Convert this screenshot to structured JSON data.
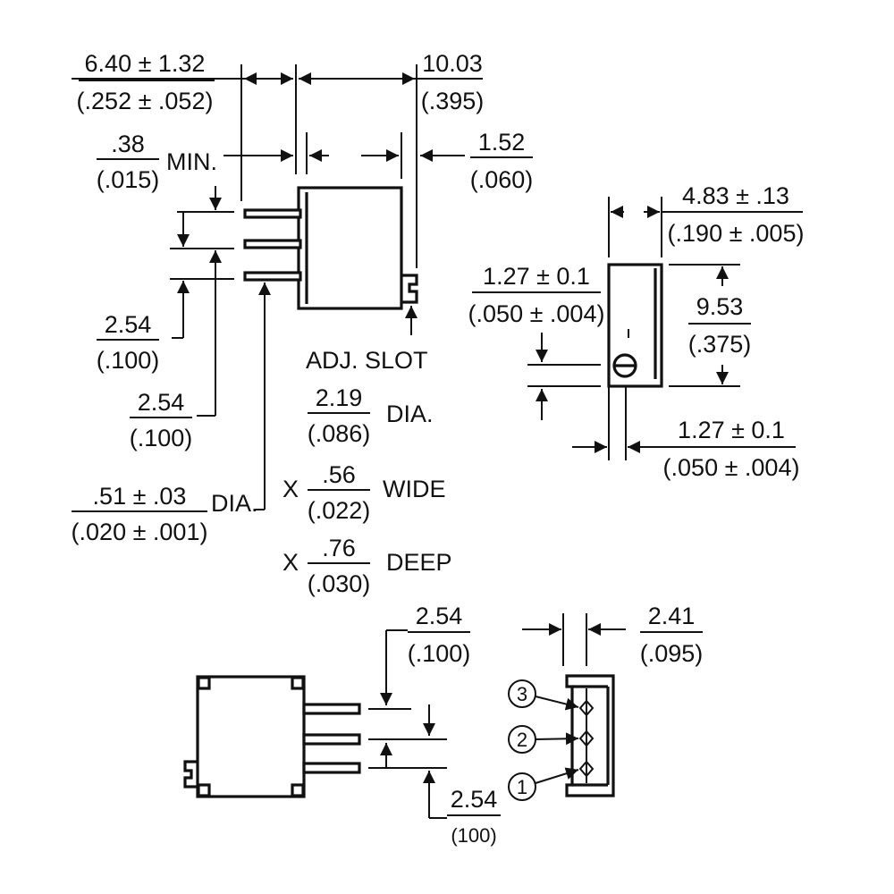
{
  "colors": {
    "ink": "#111111",
    "paper": "#ffffff"
  },
  "side_view": {
    "body_length": {
      "mm": "6.40 ± 1.32",
      "in": "(.252 ± .052)"
    },
    "overall_width": {
      "mm": "10.03",
      "in": "(.395)"
    },
    "standoff_min": {
      "mm": ".38",
      "in": "(.015)",
      "suffix": "MIN."
    },
    "slot_offset": {
      "mm": "1.52",
      "in": "(.060)"
    },
    "pin_pitch_1": {
      "mm": "2.54",
      "in": "(.100)"
    },
    "pin_pitch_2": {
      "mm": "2.54",
      "in": "(.100)"
    },
    "pin_dia": {
      "mm": ".51 ± .03",
      "in": "(.020 ± .001)",
      "suffix": "DIA."
    }
  },
  "adj_slot": {
    "title": "ADJ. SLOT",
    "dia": {
      "mm": "2.19",
      "in": "(.086)",
      "suffix": "DIA."
    },
    "wide": {
      "prefix": "X",
      "mm": ".56",
      "in": "(.022)",
      "suffix": "WIDE"
    },
    "deep": {
      "prefix": "X",
      "mm": ".76",
      "in": "(.030)",
      "suffix": "DEEP"
    }
  },
  "end_view": {
    "depth": {
      "mm": "4.83 ± .13",
      "in": "(.190 ± .005)"
    },
    "height": {
      "mm": "9.53",
      "in": "(.375)"
    },
    "slot_height": {
      "mm": "1.27 ± 0.1",
      "in": "(.050 ± .004)"
    },
    "pin_offset": {
      "mm": "1.27 ± 0.1",
      "in": "(.050 ± .004)"
    }
  },
  "bottom_view": {
    "pin_pitch_top": {
      "mm": "2.54",
      "in": "(.100)"
    },
    "pin_pitch_bottom": {
      "mm": "2.54",
      "in": "(100)"
    },
    "pin_row_width": {
      "mm": "2.41",
      "in": "(.095)"
    },
    "pin_labels": [
      "3",
      "2",
      "1"
    ]
  }
}
